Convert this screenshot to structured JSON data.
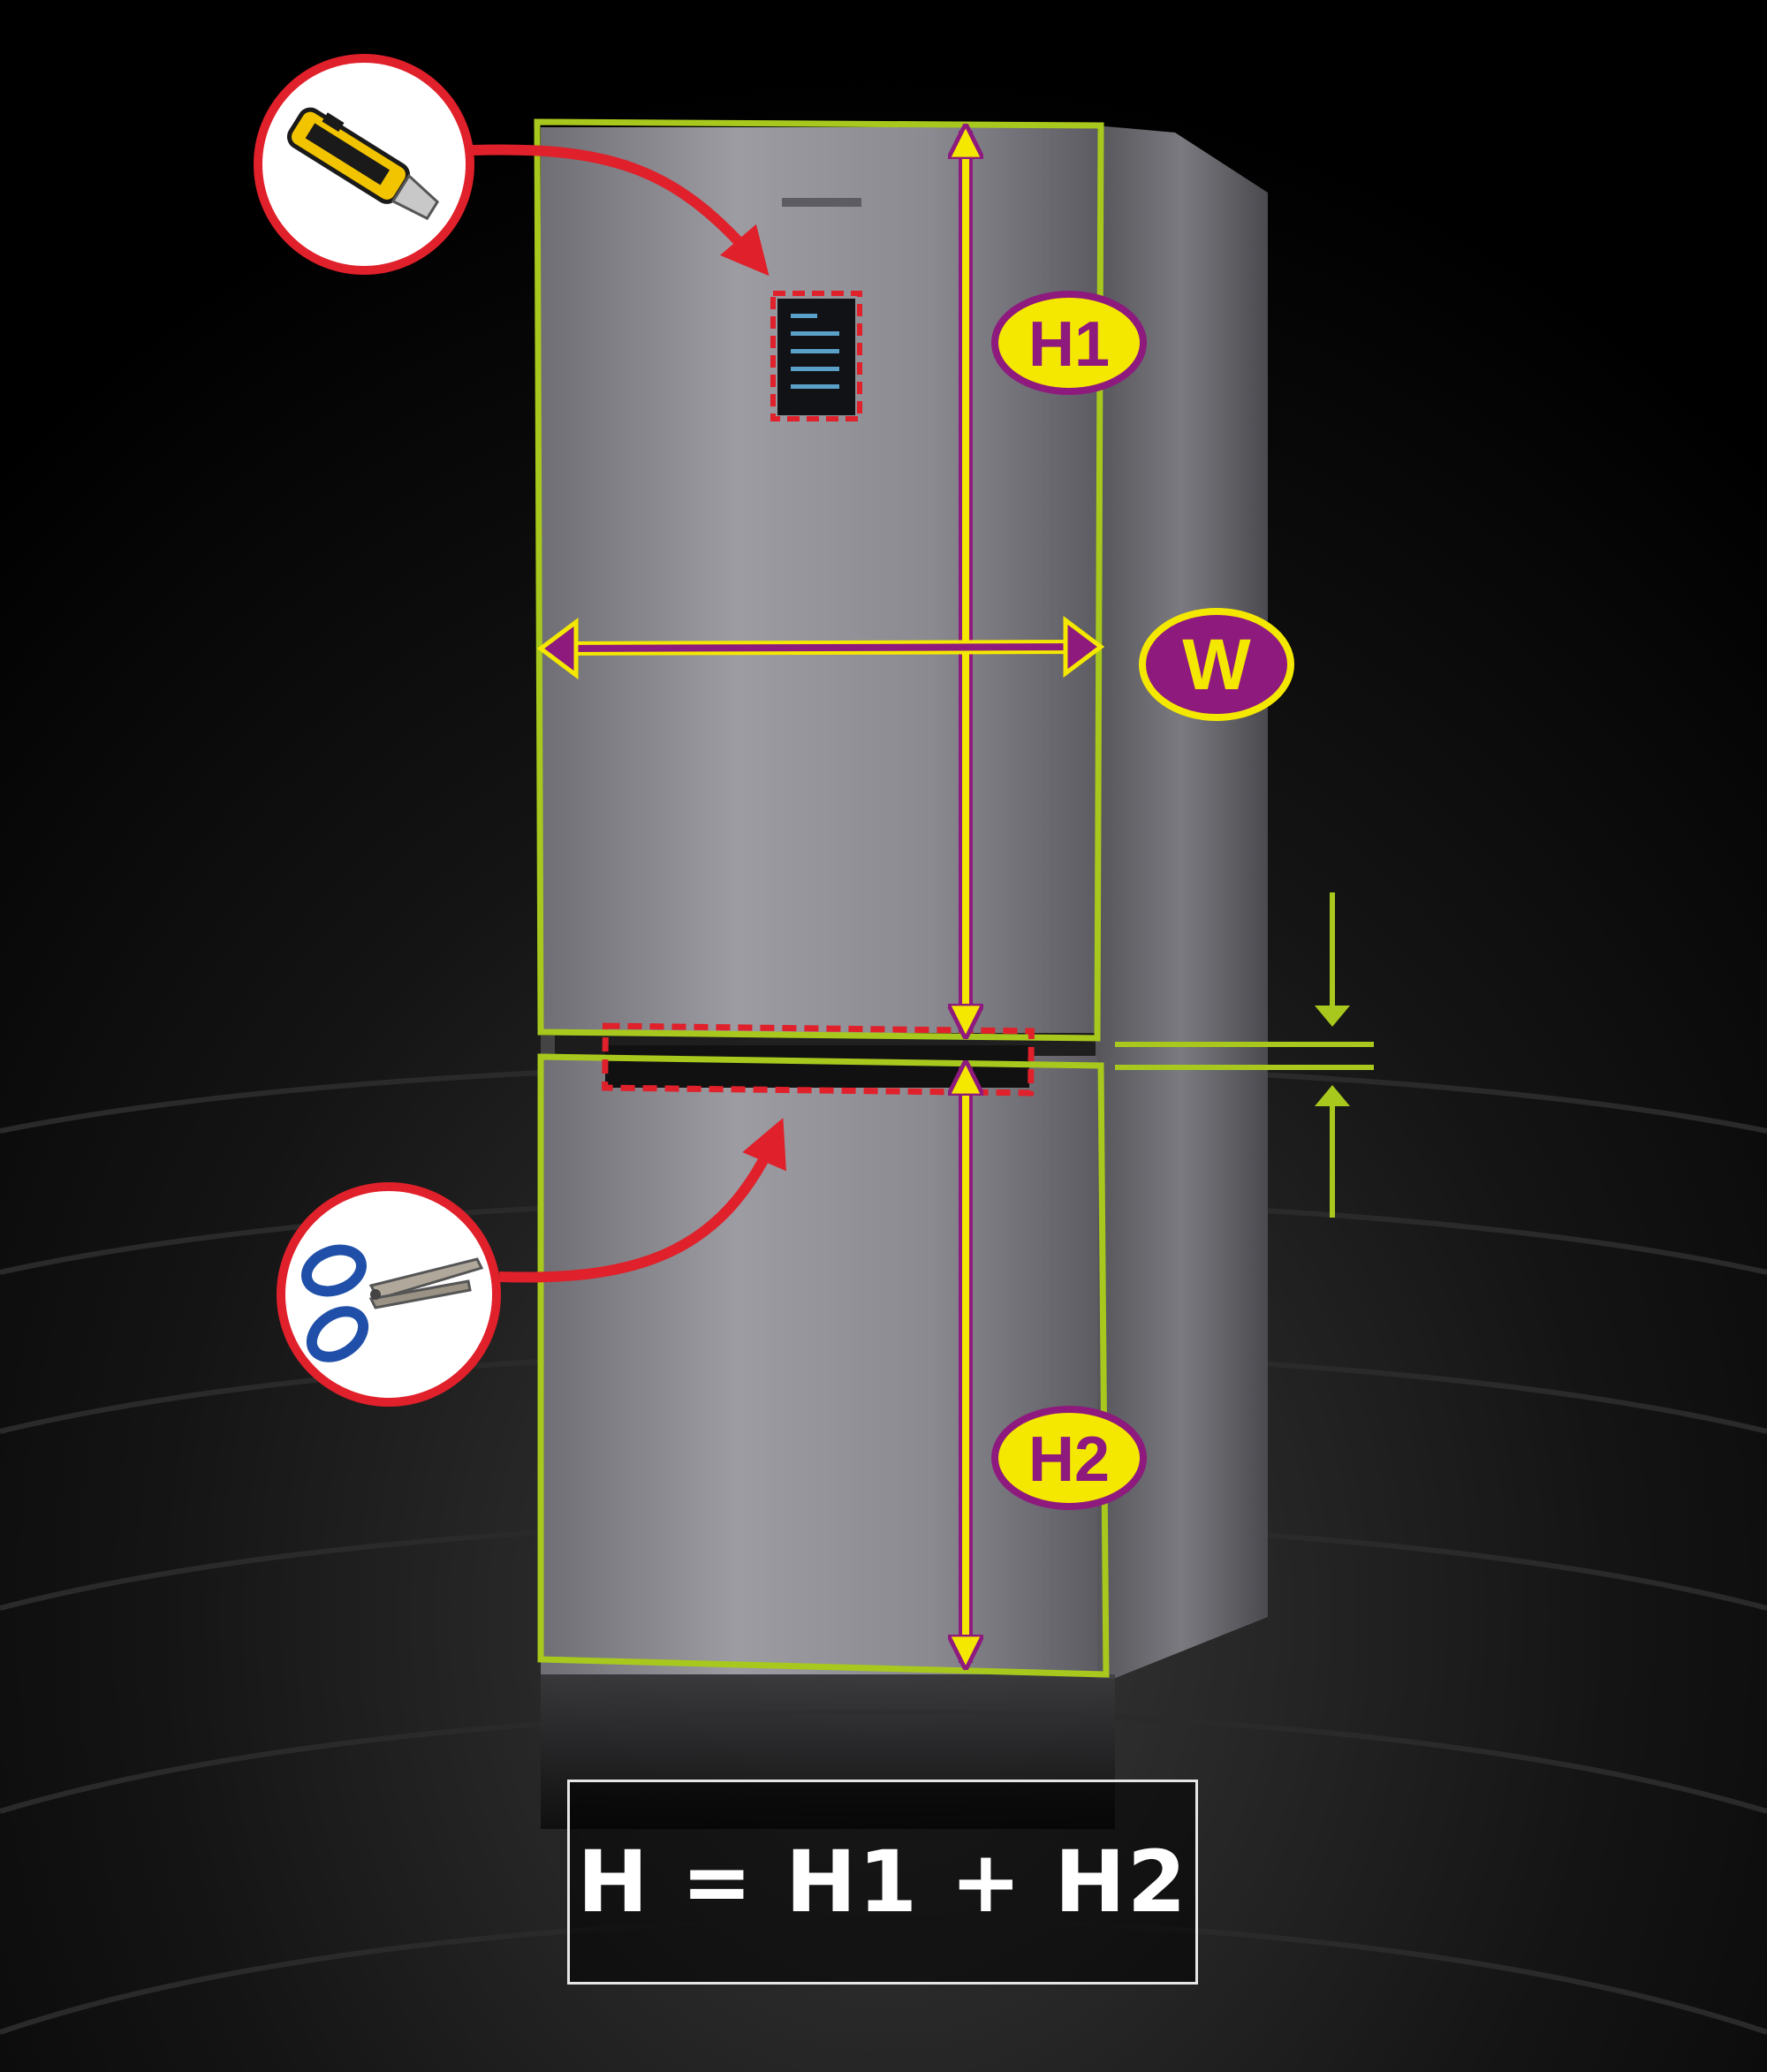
{
  "labels": {
    "upper_height": "H1",
    "lower_height": "H2",
    "width": "W"
  },
  "formula": "H = H1 + H2",
  "icons": {
    "top_tool": "utility-knife-icon",
    "bottom_tool": "scissors-icon"
  },
  "colors": {
    "background": "#000000",
    "outline_green": "#a8c81e",
    "arrow_yellow": "#f5e800",
    "arrow_purple": "#8e1a7e",
    "pointer_red": "#e0202a",
    "badge_yellow": "#f5e800",
    "badge_purple": "#8e1a7e"
  }
}
